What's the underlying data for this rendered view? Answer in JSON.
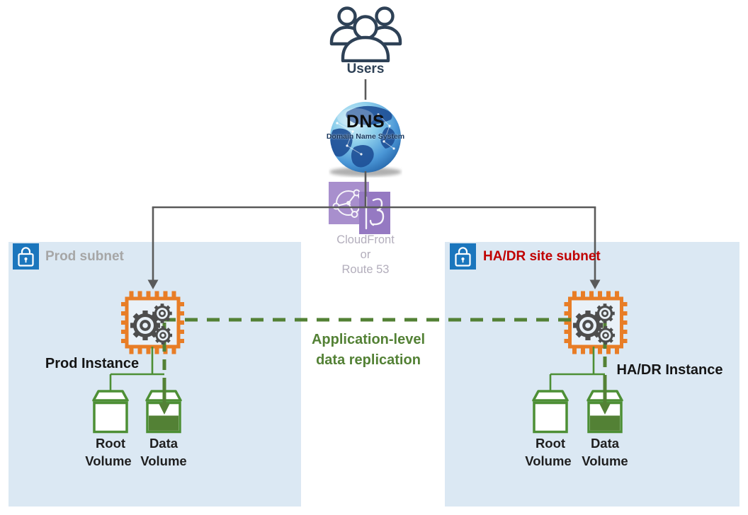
{
  "diagram": {
    "users": {
      "label": "Users"
    },
    "dns": {
      "title": "DNS",
      "subtitle": "Domain Name System"
    },
    "edge": {
      "line1": "CloudFront",
      "line2": "or",
      "line3": "Route 53"
    },
    "replication": {
      "line1": "Application-level",
      "line2": "data replication"
    },
    "prod": {
      "subnet_label": "Prod subnet",
      "instance_label": "Prod Instance",
      "root_volume_line1": "Root",
      "root_volume_line2": "Volume",
      "data_volume_line1": "Data",
      "data_volume_line2": "Volume"
    },
    "hadr": {
      "subnet_label": "HA/DR site subnet",
      "instance_label": "HA/DR Instance",
      "root_volume_line1": "Root",
      "root_volume_line2": "Volume",
      "data_volume_line1": "Data",
      "data_volume_line2": "Volume"
    },
    "colors": {
      "subnet_background": "#dbe8f3",
      "lock_blue": "#1b76bd",
      "instance_orange": "#e87d26",
      "replication_green": "#538135",
      "subnet_label_gray": "#a6a6a6",
      "hadr_label_red": "#c00000",
      "wire_gray": "#5a5a5a",
      "cloudfront_purple": "#a88fcd",
      "route53_purple": "#9579c2"
    }
  }
}
